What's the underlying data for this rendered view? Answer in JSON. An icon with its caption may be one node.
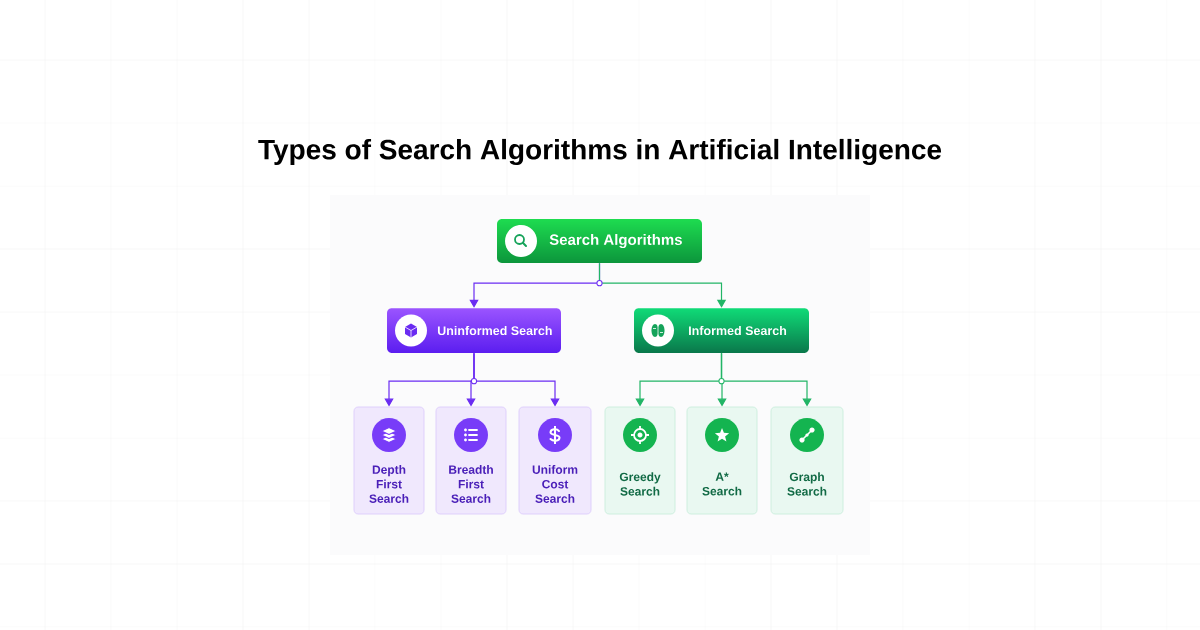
{
  "diagram": {
    "title": "Types of Search Algorithms in Artificial Intelligence",
    "nodes": [
      {
        "text": [
          "Search Algorithms"
        ]
      },
      {
        "text": [
          "Uninformed Search"
        ]
      },
      {
        "text": [
          "Informed Search"
        ]
      },
      {
        "text": [
          "Depth First Search"
        ]
      },
      {
        "text": [
          "Breadth First Search"
        ]
      },
      {
        "text": [
          "Uniform Cost Search"
        ]
      },
      {
        "text": [
          "Greedy Search"
        ]
      },
      {
        "text": [
          "A* Search"
        ]
      },
      {
        "text": [
          "Graph Search"
        ]
      }
    ],
    "edges": [
      {
        "from": 0,
        "to": 1,
        "arrow": "to",
        "color": "#6b2cf2"
      },
      {
        "from": 0,
        "to": 2,
        "arrow": "to",
        "color": "#22b566"
      },
      {
        "from": 1,
        "to": 3,
        "arrow": "to",
        "color": "#6b2cf2"
      },
      {
        "from": 1,
        "to": 4,
        "arrow": "to",
        "color": "#6b2cf2"
      },
      {
        "from": 1,
        "to": 5,
        "arrow": "to",
        "color": "#6b2cf2"
      },
      {
        "from": 2,
        "to": 6,
        "arrow": "to",
        "color": "#22b566"
      },
      {
        "from": 2,
        "to": 7,
        "arrow": "to",
        "color": "#22b566"
      },
      {
        "from": 2,
        "to": 8,
        "arrow": "to",
        "color": "#22b566"
      }
    ]
  }
}
